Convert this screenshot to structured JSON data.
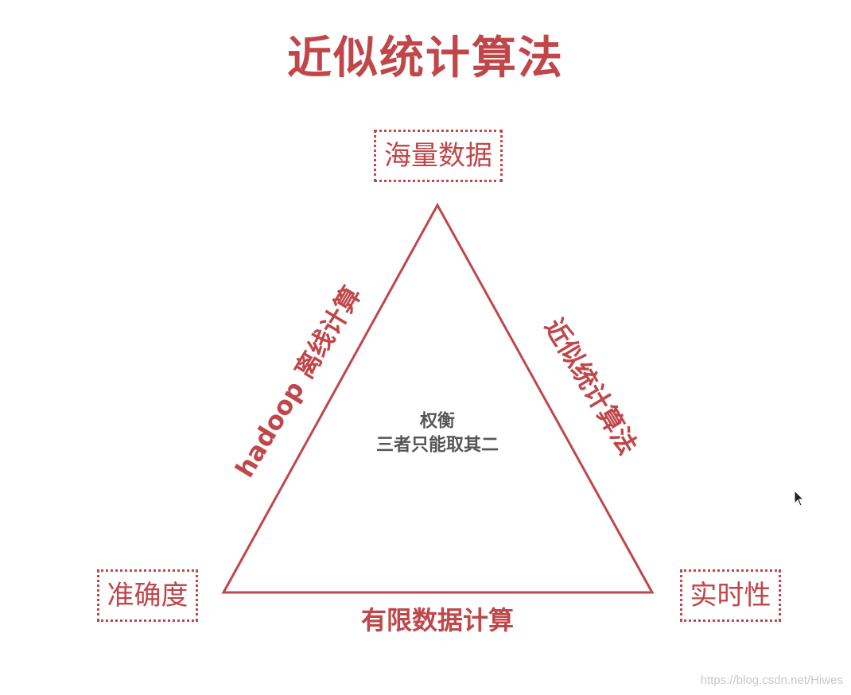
{
  "title": "近似统计算法",
  "nodes": {
    "top": "海量数据",
    "left": "准确度",
    "right": "实时性"
  },
  "edges": {
    "left": "hadoop 离线计算",
    "right": "近似统计算法",
    "bottom": "有限数据计算"
  },
  "center": {
    "line1": "权衡",
    "line2": "三者只能取其二"
  },
  "watermark": "https://blog.csdn.net/Hiwes",
  "colors": {
    "accent": "#c0464a",
    "center_text": "#555555"
  }
}
